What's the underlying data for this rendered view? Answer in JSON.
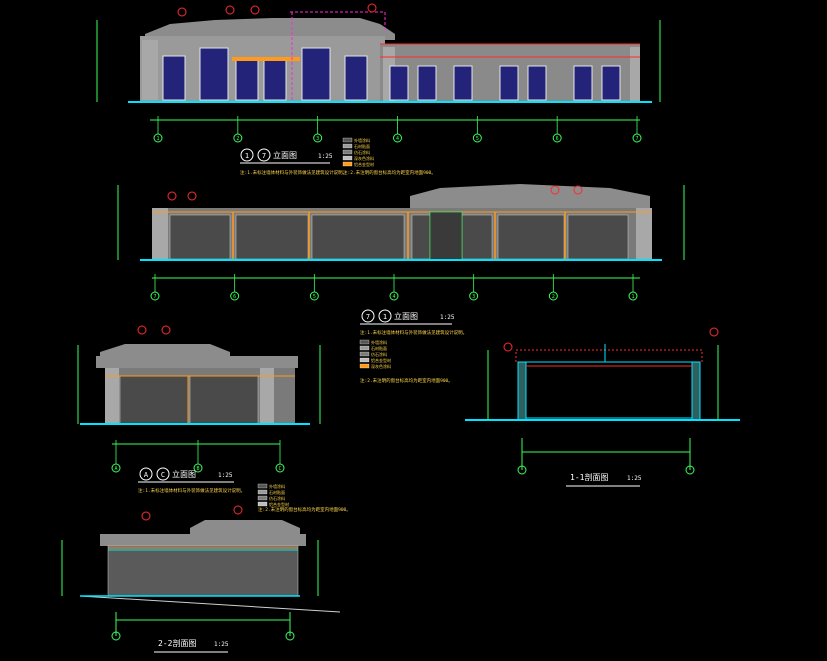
{
  "colors": {
    "background": "#000000",
    "grid_line": "#39ff5a",
    "dimension": "#39ff5a",
    "facade_fill": "#8c8c8c",
    "stone_texture": "#bdbdbd",
    "glass": "#2a2a8a",
    "mullion": "#e6e6e6",
    "red_tag": "#ff2a2a",
    "magenta_tag": "#ff2ad4",
    "cyan": "#00e5ff",
    "orange": "#ff9a1a",
    "yellow": "#ffd84a",
    "white": "#ffffff"
  },
  "drawings": {
    "elev_1": {
      "title": "立面图",
      "axis_from": "1",
      "axis_to": "7",
      "scale": "1:25",
      "axes": [
        "1",
        "2",
        "3",
        "4",
        "5",
        "6",
        "7"
      ],
      "note": "注:1.未标注墙体材料与外装饰做法见建筑设计说明。",
      "note2": "注:2.未注明的窗台标高均为距室内地面900。",
      "legend": [
        "外墙涂料",
        "石材贴面",
        "仿石涂料",
        "深灰色涂料",
        "铝合金型材"
      ]
    },
    "elev_2": {
      "title": "立面图",
      "axis_from": "7",
      "axis_to": "1",
      "scale": "1:25",
      "axes": [
        "7",
        "6",
        "5",
        "4",
        "3",
        "2",
        "1"
      ],
      "note": "注:1.未标注墙体材料与外装饰做法见建筑设计说明。",
      "legend": [
        "外墙涂料",
        "石材贴面",
        "仿石涂料",
        "铝合金型材",
        "深灰色涂料"
      ],
      "note2": "注:2.未注明的窗台标高均为距室内地面900。"
    },
    "elev_3": {
      "title": "立面图",
      "axis_from": "A",
      "axis_to": "C",
      "scale": "1:25",
      "axes": [
        "A",
        "B",
        "C"
      ],
      "note": "注:1.未标注墙体材料与外装饰做法见建筑设计说明。",
      "legend": [
        "外墙涂料",
        "石材贴面",
        "仿石涂料",
        "铝合金型材"
      ],
      "note2": "注:2.未注明的窗台标高均为距室内地面900。"
    },
    "section_1": {
      "title": "1-1剖面图",
      "scale": "1:25"
    },
    "section_2": {
      "title": "2-2剖面图",
      "scale": "1:25"
    }
  }
}
